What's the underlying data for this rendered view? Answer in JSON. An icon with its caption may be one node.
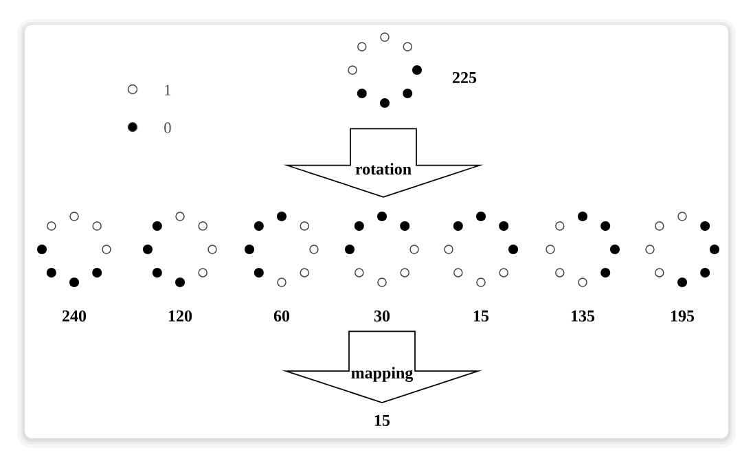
{
  "diagram": {
    "nodes": [
      {
        "text": [],
        "shape": "circle",
        "beside": [
          "225"
        ]
      },
      {
        "text": [],
        "shape": "circle",
        "beside": [
          "240"
        ]
      },
      {
        "text": [],
        "shape": "circle",
        "beside": [
          "120"
        ]
      },
      {
        "text": [],
        "shape": "circle",
        "beside": [
          "60"
        ]
      },
      {
        "text": [],
        "shape": "circle",
        "beside": [
          "30"
        ]
      },
      {
        "text": [],
        "shape": "circle",
        "beside": [
          "15"
        ]
      },
      {
        "text": [],
        "shape": "circle",
        "beside": [
          "135"
        ]
      },
      {
        "text": [],
        "shape": "circle",
        "beside": [
          "195"
        ]
      },
      {
        "text": [
          "15"
        ]
      }
    ],
    "edges": [
      {
        "from": 0,
        "to": 4,
        "arrow": "to",
        "label": "rotation"
      },
      {
        "from": 4,
        "to": 8,
        "arrow": "to",
        "label": "mapping"
      }
    ],
    "legend": [
      {
        "text": "1"
      },
      {
        "text": "0"
      }
    ]
  }
}
